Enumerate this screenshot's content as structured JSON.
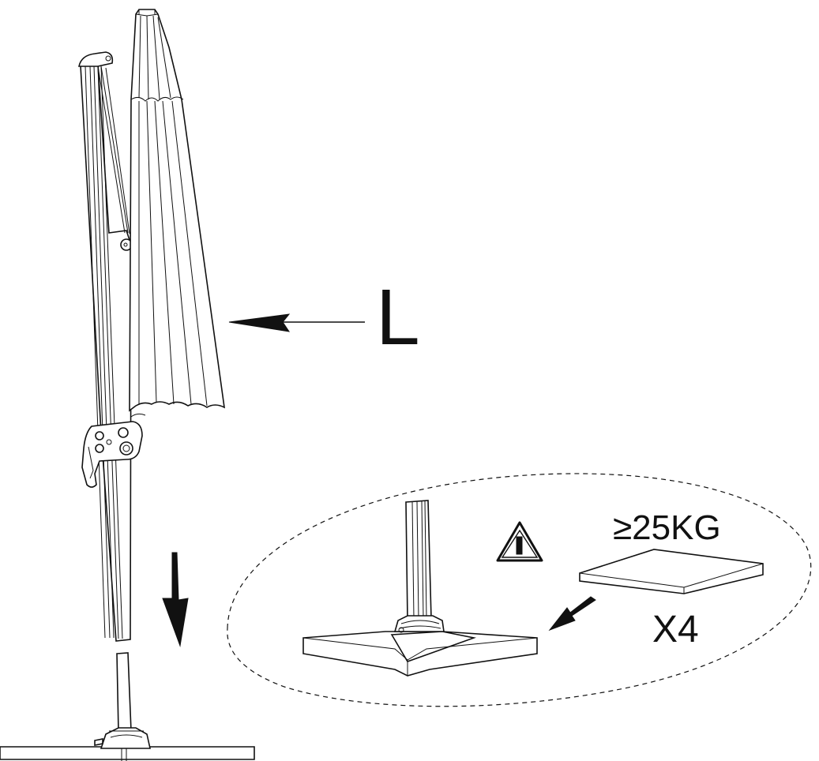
{
  "figure": {
    "part_label": "L",
    "base_weight_label": "≥25KG",
    "quantity_label": "X4",
    "warning_icon": "warning-triangle-icon",
    "line_color": "#111111",
    "background_color": "#ffffff"
  }
}
